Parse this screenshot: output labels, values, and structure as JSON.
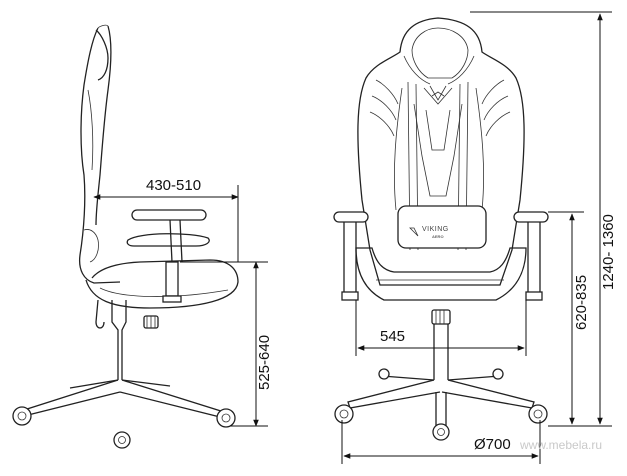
{
  "dimensions": {
    "seat_depth": "430-510",
    "seat_height": "525-640",
    "seat_width": "545",
    "armrest_height": "620-835",
    "total_height": "1240- 1360",
    "base_diameter": "Ø700"
  },
  "logo": {
    "brand": "VIKING",
    "sub": "AERO"
  },
  "watermark": "www.mebela.ru"
}
